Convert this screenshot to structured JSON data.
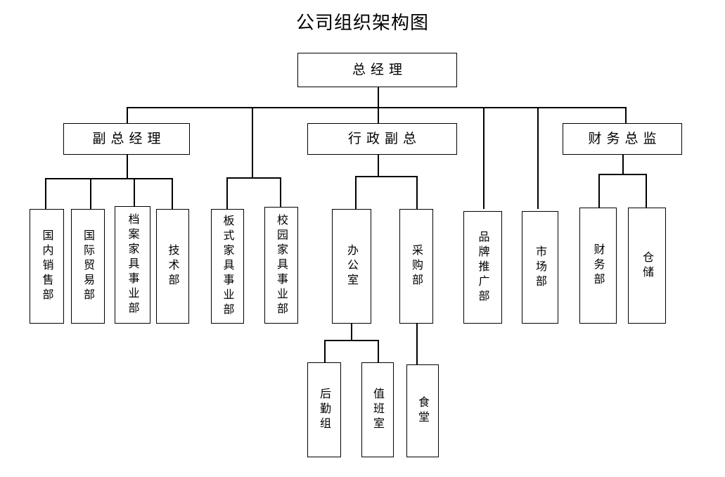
{
  "title": "公司组织架构图",
  "chart_data": {
    "type": "diagram",
    "diagram_type": "organization-chart",
    "title": "公司组织架构图",
    "orientation": "top-down",
    "box_style": "rectangle, black 1.5px border, white fill",
    "nodes": [
      {
        "id": "gm",
        "label": "总经理",
        "level": 0,
        "text_orientation": "horizontal"
      },
      {
        "id": "deputy_gm",
        "label": "副总经理",
        "level": 1,
        "text_orientation": "horizontal"
      },
      {
        "id": "admin_vp",
        "label": "行政副总",
        "level": 1,
        "text_orientation": "horizontal"
      },
      {
        "id": "cfo",
        "label": "财务总监",
        "level": 1,
        "text_orientation": "horizontal"
      },
      {
        "id": "dom_sales",
        "label": "国内销售部",
        "level": 2,
        "text_orientation": "vertical"
      },
      {
        "id": "intl_trade",
        "label": "国际贸易部",
        "level": 2,
        "text_orientation": "vertical"
      },
      {
        "id": "archive_furn",
        "label": "档案家具事业部",
        "level": 2,
        "text_orientation": "vertical"
      },
      {
        "id": "tech_dept",
        "label": "技术部",
        "level": 2,
        "text_orientation": "vertical"
      },
      {
        "id": "panel_furn",
        "label": "板式家具事业部",
        "level": 2,
        "text_orientation": "vertical"
      },
      {
        "id": "campus_furn",
        "label": "校园家具事业部",
        "level": 2,
        "text_orientation": "vertical"
      },
      {
        "id": "office",
        "label": "办公室",
        "level": 2,
        "text_orientation": "vertical"
      },
      {
        "id": "purchasing",
        "label": "采购部",
        "level": 2,
        "text_orientation": "vertical"
      },
      {
        "id": "brand_promo",
        "label": "品牌推广部",
        "level": 2,
        "text_orientation": "vertical"
      },
      {
        "id": "marketing",
        "label": "市场部",
        "level": 2,
        "text_orientation": "vertical"
      },
      {
        "id": "finance_dept",
        "label": "财务部",
        "level": 2,
        "text_orientation": "vertical"
      },
      {
        "id": "warehouse",
        "label": "仓储",
        "level": 2,
        "text_orientation": "vertical"
      },
      {
        "id": "logistics",
        "label": "后勤组",
        "level": 3,
        "text_orientation": "vertical"
      },
      {
        "id": "duty_room",
        "label": "值班室",
        "level": 3,
        "text_orientation": "vertical"
      },
      {
        "id": "canteen",
        "label": "食堂",
        "level": 3,
        "text_orientation": "vertical"
      }
    ],
    "edges": [
      {
        "from": "gm",
        "to": "deputy_gm"
      },
      {
        "from": "gm",
        "to": "admin_vp"
      },
      {
        "from": "gm",
        "to": "cfo"
      },
      {
        "from": "gm",
        "to": "panel_furn"
      },
      {
        "from": "gm",
        "to": "campus_furn"
      },
      {
        "from": "gm",
        "to": "brand_promo"
      },
      {
        "from": "gm",
        "to": "marketing"
      },
      {
        "from": "deputy_gm",
        "to": "dom_sales"
      },
      {
        "from": "deputy_gm",
        "to": "intl_trade"
      },
      {
        "from": "deputy_gm",
        "to": "archive_furn"
      },
      {
        "from": "deputy_gm",
        "to": "tech_dept"
      },
      {
        "from": "admin_vp",
        "to": "office"
      },
      {
        "from": "admin_vp",
        "to": "purchasing"
      },
      {
        "from": "cfo",
        "to": "finance_dept"
      },
      {
        "from": "cfo",
        "to": "warehouse"
      },
      {
        "from": "office",
        "to": "logistics"
      },
      {
        "from": "office",
        "to": "duty_room"
      },
      {
        "from": "purchasing",
        "to": "canteen"
      }
    ],
    "colors": {
      "line": "#000000",
      "box_fill": "#ffffff",
      "text": "#000000",
      "background": "#ffffff"
    }
  }
}
